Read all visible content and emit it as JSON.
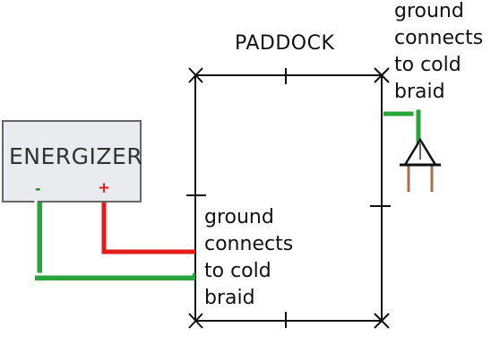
{
  "title": "PADDOCK",
  "energizer": {
    "label": "ENERGIZER",
    "negative_symbol": "-",
    "positive_symbol": "+"
  },
  "notes": {
    "ground_rod_note": "ground\nconnects\nto cold\nbraid",
    "paddock_note": "ground\nconnects\nto cold\nbraid"
  },
  "colors": {
    "hot_wire": "#e41b1b",
    "ground_wire_green": "#2aa33a",
    "ground_wire_white": "#ffffff",
    "fence_line": "#111111",
    "energizer_fill": "#e9ebee",
    "ground_rod": "#a0714f"
  }
}
